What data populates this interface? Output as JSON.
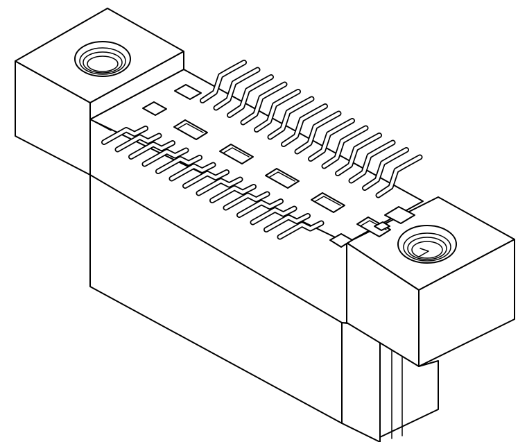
{
  "drawing": {
    "subject": "connector",
    "line_color": "#000000",
    "fill_color": "#ffffff",
    "pin_rows": 2,
    "pins_per_row": 14,
    "pocket_count": 5,
    "mounting_holes": 2
  }
}
